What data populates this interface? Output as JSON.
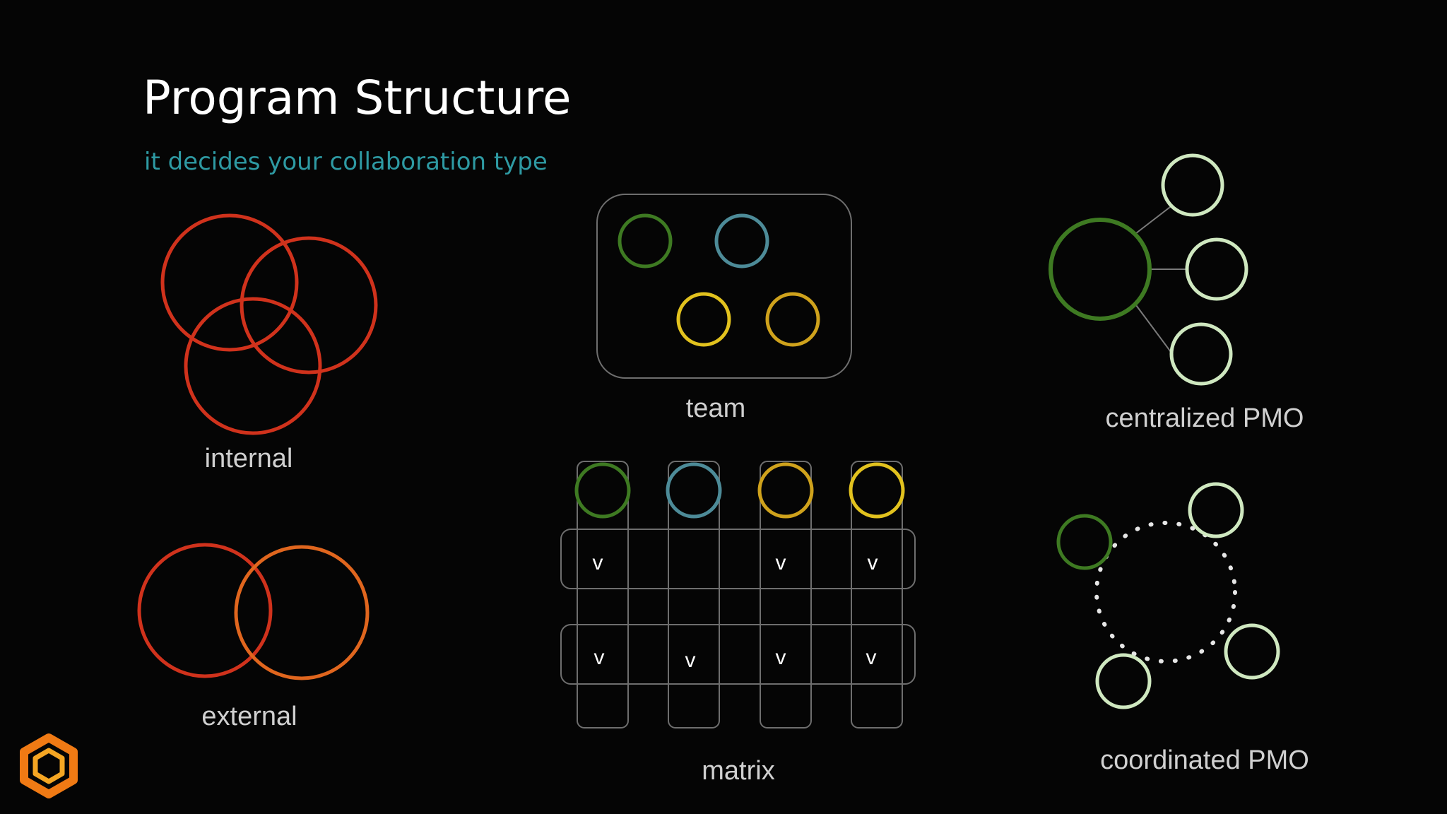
{
  "title": "Program Structure",
  "subtitle": "it decides your collaboration type",
  "labels": {
    "internal": "internal",
    "external": "external",
    "team": "team",
    "matrix": "matrix",
    "centralized": "centralized PMO",
    "coordinated": "coordinated PMO"
  },
  "matrix": {
    "cell_mark": "v",
    "rows": [
      [
        "v",
        "",
        "v",
        "v"
      ],
      [
        "v",
        "v",
        "v",
        "v"
      ]
    ]
  },
  "colors": {
    "background": "#050505",
    "title": "#ffffff",
    "subtitle": "#2e9aa3",
    "label": "#d0d0d0",
    "internal_circles": "#d0321c",
    "external_left": "#d0321c",
    "external_right": "#e0661e",
    "green": "#3e7a22",
    "teal": "#4d8b98",
    "yellow": "#e2c21e",
    "gold": "#cfa21c",
    "pale_green": "#cfe8c0",
    "frame": "#6e6e6e",
    "logo_outer": "#f07a14",
    "logo_inner": "#f5a623"
  },
  "logo": "hexagon-logo-icon"
}
